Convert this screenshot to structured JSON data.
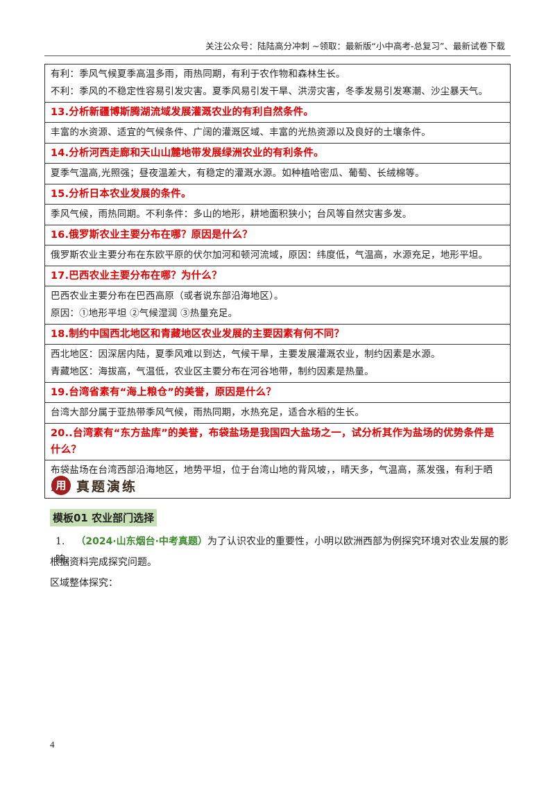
{
  "header": {
    "text": "关注公众号：陆陆高分冲刺 ~领取：最新版“小中高考-总复习”、最新试卷下载"
  },
  "rows": [
    {
      "type": "a",
      "lines": [
        "有利：季风气候夏季高温多雨，雨热同期，有利于农作物和森林生长。",
        "不利：季风的不稳定性容易引发灾害。夏季风易引发干旱、洪涝灾害，冬季发易引发寒潮、沙尘暴天气。"
      ]
    },
    {
      "type": "q",
      "text": "13.分析新疆博斯腾湖流域发展灌溉农业的有利自然条件。"
    },
    {
      "type": "a",
      "lines": [
        "丰富的水资源、适宜的气候条件、广阔的灌溉区域、丰富的光热资源以及良好的土壤条件。"
      ]
    },
    {
      "type": "q",
      "text": "14.分析河西走廊和天山山麓地带发展绿洲农业的有利条件。"
    },
    {
      "type": "a",
      "lines": [
        "夏季气温高,光照强；昼夜温差大，有稳定的灌溉水源。如种植哈密瓜、葡萄、长绒棉等。"
      ]
    },
    {
      "type": "q",
      "text": "15.分析日本农业发展的条件。"
    },
    {
      "type": "a",
      "lines": [
        "季风气候，雨热同期。不利条件：多山的地形，耕地面积狭小；台风等自然灾害多发。"
      ]
    },
    {
      "type": "q",
      "text": "16.俄罗斯农业主要分布在哪？原因是什么？"
    },
    {
      "type": "a",
      "lines": [
        "俄罗斯农业主要分布在东欧平原的伏尔加河和顿河流域，原因：纬度低，气温高，水源充足，地形平坦。"
      ]
    },
    {
      "type": "q",
      "text": "17.巴西农业主要分布在哪？为什么？"
    },
    {
      "type": "a",
      "lines": [
        "巴西农业主要分布在巴西高原（或者说东部沿海地区）。",
        "原因：①地形平坦 ②气候湿润 ③热量充足。"
      ]
    },
    {
      "type": "q",
      "text": "18.制约中国西北地区和青藏地区农业发展的主要因素有何不同？"
    },
    {
      "type": "a",
      "lines": [
        "西北地区：因深居内陆，夏季风难以到达，气候干旱，主要发展灌溉农业，制约因素是水源。",
        "青藏地区：海拔高，气温低，农业区主要分布在河谷地带，制约因素是热量。"
      ]
    },
    {
      "type": "q",
      "text": "19.台湾省素有“海上粮仓”的美誉，原因是什么？"
    },
    {
      "type": "a",
      "lines": [
        "台湾大部分属于亚热带季风气候，雨热同期，水热充足，适合水稻的生长。"
      ]
    },
    {
      "type": "q",
      "text": "20..台湾素有“东方盐库”的美誉，布袋盐场是我国四大盐场之一，试分析其作为盐场的优势条件是什么？"
    },
    {
      "type": "a",
      "lines": [
        "布袋盐场在台湾西部沿海地区，地势平坦，位于台湾山地的背风坡，，晴天多，气温高，蒸发强，有利于晒盐。"
      ]
    }
  ],
  "badge": {
    "circle": "用",
    "title": "真题演练"
  },
  "template_title": "模板01 农业部门选择",
  "question1": {
    "num": "1.",
    "source": "（2024·山东烟台·中考真题）",
    "text": "为了认识农业的重要性，小明以欧洲西部为例探究环境对农业发展的影响。"
  },
  "line2": "根据资料完成探究问题。",
  "line3": "区域整体探究：",
  "page_number": "4"
}
